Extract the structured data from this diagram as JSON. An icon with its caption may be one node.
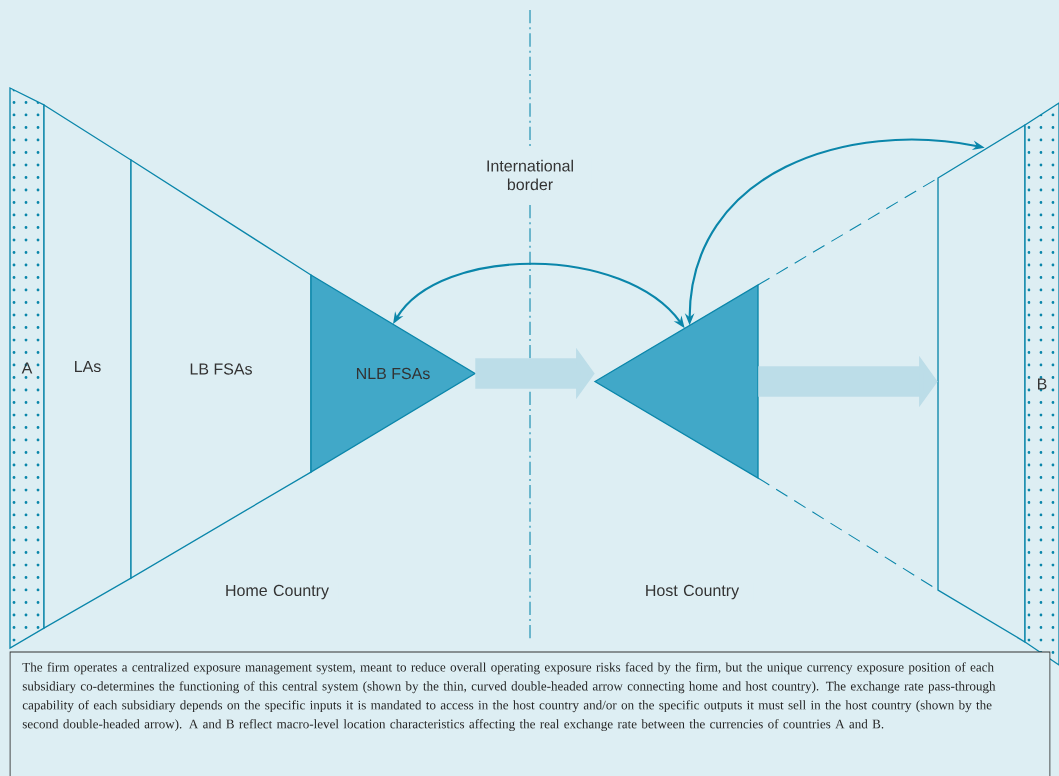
{
  "diagram": {
    "caption": "The firm operates a centralized exposure management system, meant to reduce overall operating exposure risks faced by the firm, but the unique currency exposure position of each subsidiary co-determines the functioning of this central system (shown by the thin, curved double-headed arrow connecting home and host country). The exchange rate pass-through capability of each subsidiary depends on the specific inputs it is mandated to access in the host country and/or on the specific outputs it must sell in the host country (shown by the second double-headed arrow). A and B reflect  macro-level location characteristics affecting the real exchange rate between the currencies of countries A and B.",
    "nodes": [
      {
        "text": [
          "A"
        ]
      },
      {
        "text": [
          "LAs"
        ]
      },
      {
        "text": [
          "LB FSAs"
        ]
      },
      {
        "text": [
          "NLB FSAs"
        ]
      },
      {
        "text": [],
        "shape": "triangle"
      },
      {
        "text": [],
        "shape": "trapezoid"
      },
      {
        "text": [
          "B"
        ]
      }
    ],
    "edges": [
      {
        "from": 3,
        "to": 4,
        "arrow": "to",
        "style": "thick"
      },
      {
        "from": 4,
        "to": 5,
        "arrow": "to",
        "style": "thick"
      },
      {
        "from": 3,
        "to": 4,
        "arrow": "both",
        "color": "#0a86aa"
      },
      {
        "from": 4,
        "to": 5,
        "arrow": "both",
        "color": "#0a86aa"
      }
    ],
    "labels": [
      "International border",
      "Home Country",
      "Host Country"
    ]
  }
}
